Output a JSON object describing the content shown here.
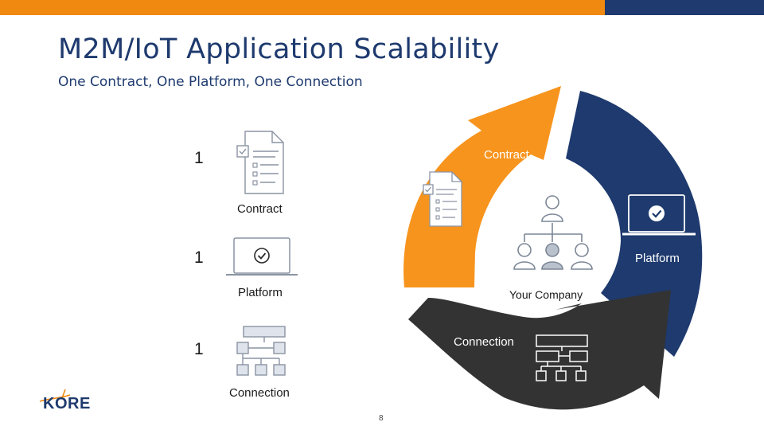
{
  "slide": {
    "title": "M2M/IoT Application Scalability",
    "subtitle": "One Contract, One Platform, One Connection",
    "page_number": "8"
  },
  "list": {
    "items": [
      {
        "count": "1",
        "label": "Contract",
        "icon": "document-checklist-icon"
      },
      {
        "count": "1",
        "label": "Platform",
        "icon": "laptop-check-icon"
      },
      {
        "count": "1",
        "label": "Connection",
        "icon": "network-hierarchy-icon"
      }
    ]
  },
  "cycle": {
    "segments": [
      {
        "label": "Contract",
        "color": "#F7941D"
      },
      {
        "label": "Platform",
        "color": "#1E3A6E"
      },
      {
        "label": "Connection",
        "color": "#333333"
      }
    ],
    "center_label": "Your Company",
    "center_icon": "org-chart-people-icon"
  },
  "brand": {
    "logo_text": "KORE",
    "colors": {
      "orange": "#F0890F",
      "navy": "#1E3A6E",
      "dark": "#333333"
    }
  }
}
